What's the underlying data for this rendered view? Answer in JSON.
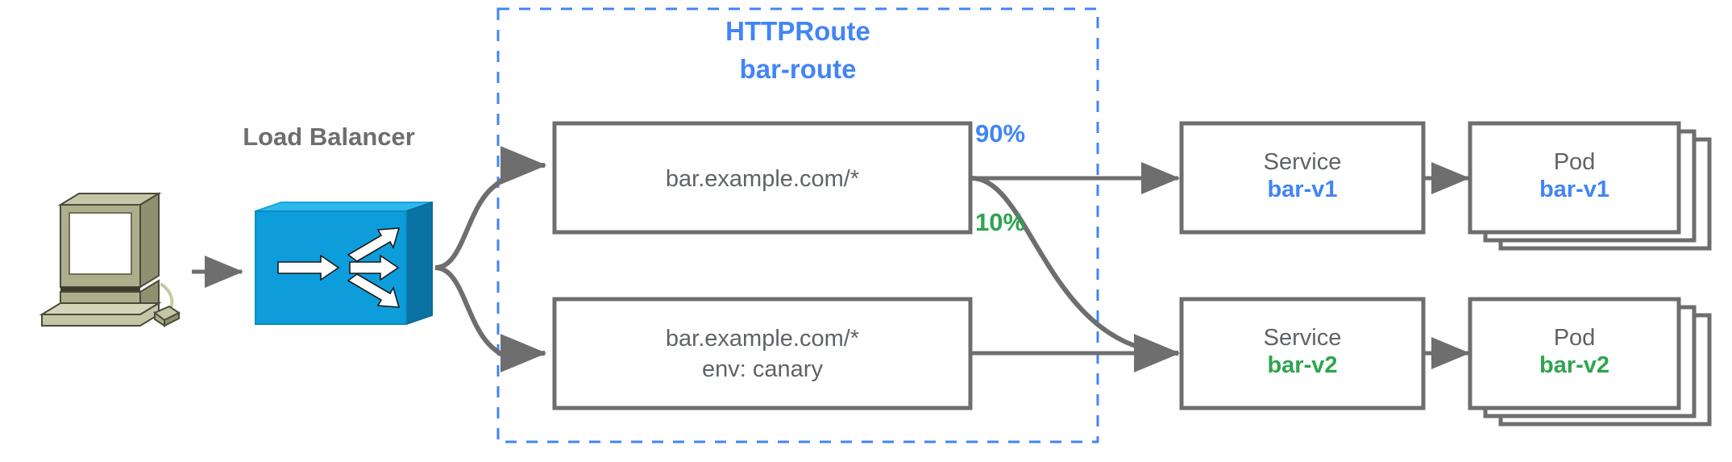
{
  "diagram": {
    "title_group": {
      "kind": "HTTPRoute",
      "name": "bar-route"
    },
    "load_balancer": {
      "label": "Load Balancer",
      "icon": "switch-icon"
    },
    "client": {
      "icon": "workstation-icon"
    },
    "rules": [
      {
        "id": "rule-top",
        "line1": "bar.example.com/*",
        "line2": ""
      },
      {
        "id": "rule-bottom",
        "line1": "bar.example.com/*",
        "line2": "env: canary"
      }
    ],
    "weights": [
      {
        "id": "weight-90",
        "label": "90%",
        "color": "#4285f4"
      },
      {
        "id": "weight-10",
        "label": "10%",
        "color": "#2ea44f"
      }
    ],
    "services": [
      {
        "id": "service-bar-v1",
        "kind": "Service",
        "name": "bar-v1",
        "color": "#4285f4"
      },
      {
        "id": "service-bar-v2",
        "kind": "Service",
        "name": "bar-v2",
        "color": "#2ea44f"
      }
    ],
    "pods": [
      {
        "id": "pod-bar-v1",
        "kind": "Pod",
        "name": "bar-v1",
        "color": "#4285f4",
        "replicas": 3
      },
      {
        "id": "pod-bar-v2",
        "kind": "Pod",
        "name": "bar-v2",
        "color": "#2ea44f",
        "replicas": 3
      }
    ],
    "colors": {
      "blue": "#4285f4",
      "green": "#2ea44f",
      "stroke_gray": "#6e6e6e",
      "text_gray": "#5f6368",
      "switch_blue": "#0d9ddb",
      "switch_blue_dark": "#0b73a3",
      "switch_blue_light": "#2fb8ec",
      "workstation_body": "#adae8c",
      "workstation_shade": "#8f906f",
      "workstation_light": "#c5c6a8",
      "background": "#ffffff"
    }
  }
}
